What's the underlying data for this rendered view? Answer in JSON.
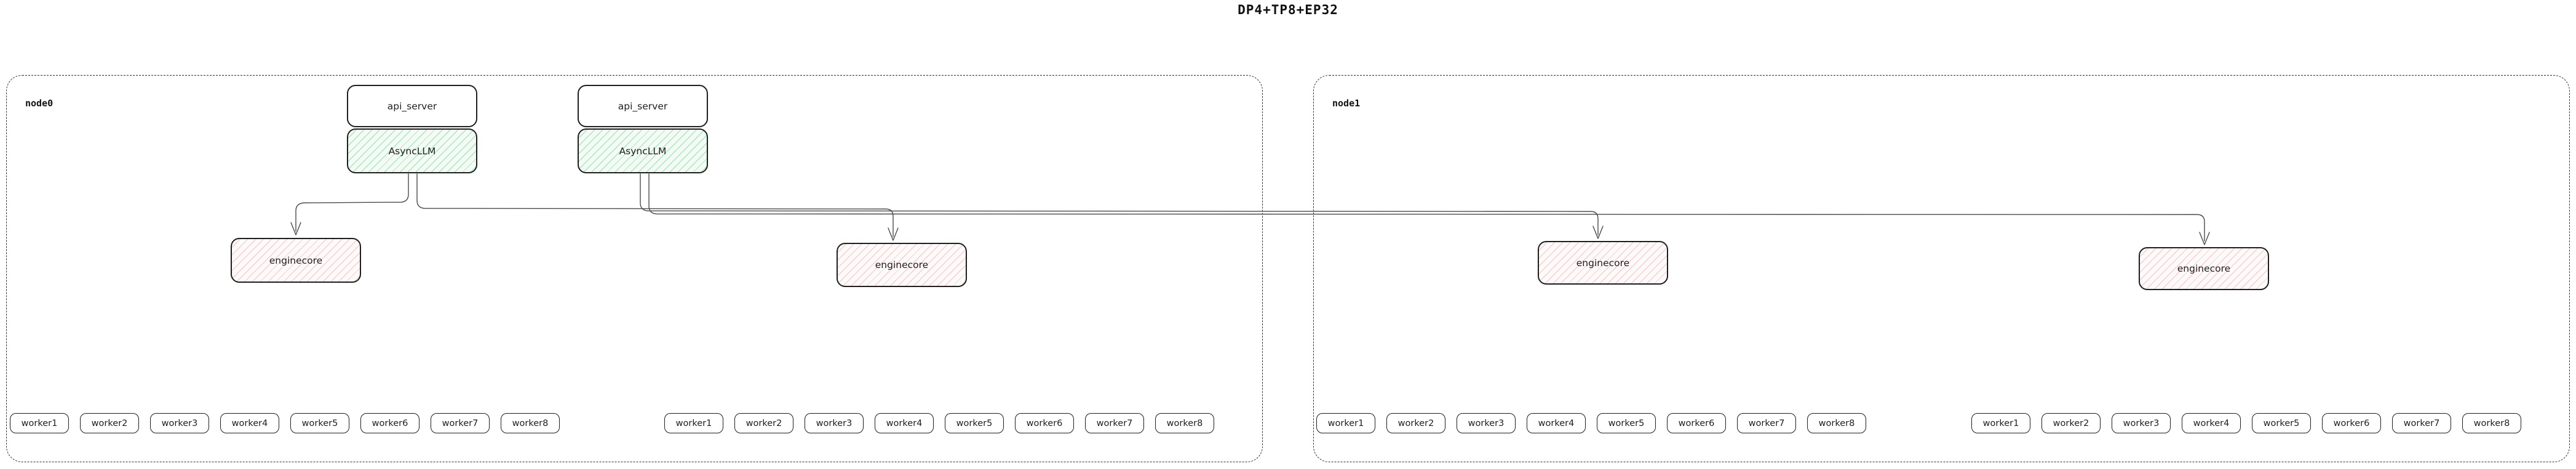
{
  "title": "DP4+TP8+EP32",
  "colors": {
    "box_border": "#1e1e1e",
    "asyncllm_fill": "#f2fbf4",
    "asyncllm_hatch": "#52c778",
    "enginecore_fill": "#fffafa",
    "enginecore_hatch": "#f08c8c",
    "connector_line": "#4b4b4b",
    "node_border": "#2f2f2f"
  },
  "nodes": [
    {
      "label": "node0",
      "stacks": [
        {
          "api_server": "api_server",
          "asyncllm": "AsyncLLM"
        },
        {
          "api_server": "api_server",
          "asyncllm": "AsyncLLM"
        }
      ],
      "enginecores": [
        "enginecore",
        "enginecore"
      ],
      "worker_groups": [
        [
          "worker1",
          "worker2",
          "worker3",
          "worker4",
          "worker5",
          "worker6",
          "worker7",
          "worker8"
        ],
        [
          "worker1",
          "worker2",
          "worker3",
          "worker4",
          "worker5",
          "worker6",
          "worker7",
          "worker8"
        ]
      ]
    },
    {
      "label": "node1",
      "stacks": [],
      "enginecores": [
        "enginecore",
        "enginecore"
      ],
      "worker_groups": [
        [
          "worker1",
          "worker2",
          "worker3",
          "worker4",
          "worker5",
          "worker6",
          "worker7",
          "worker8"
        ],
        [
          "worker1",
          "worker2",
          "worker3",
          "worker4",
          "worker5",
          "worker6",
          "worker7",
          "worker8"
        ]
      ]
    }
  ]
}
